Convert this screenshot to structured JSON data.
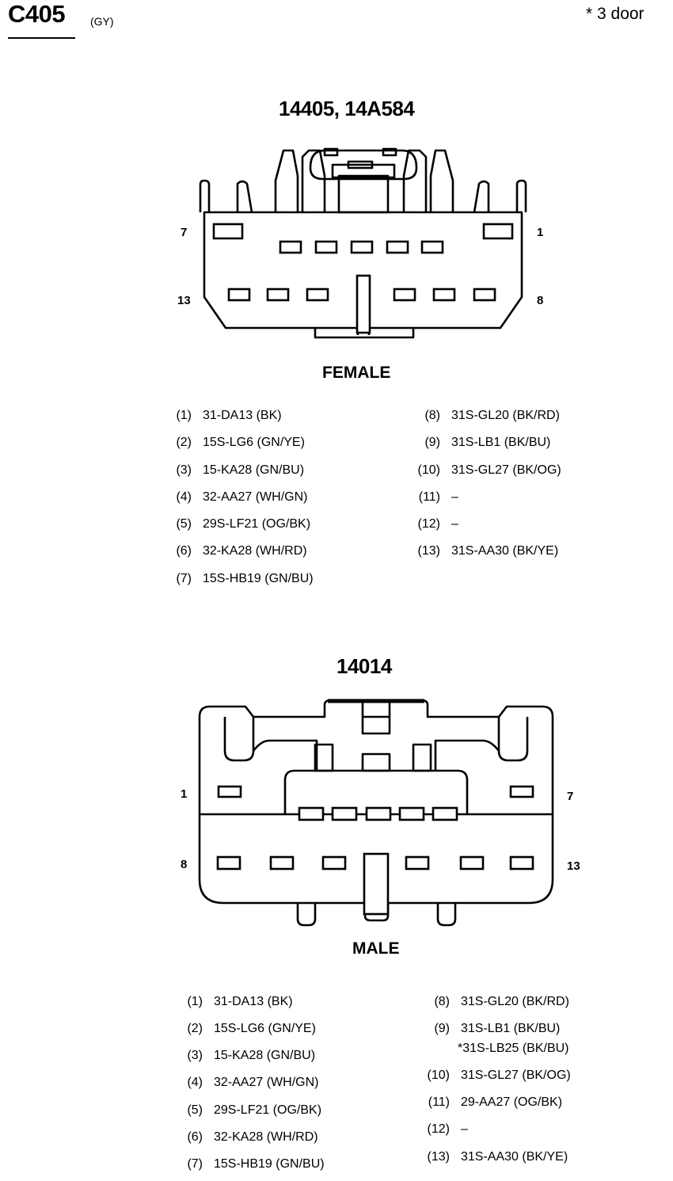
{
  "header": {
    "code": "C405",
    "color": "(GY)",
    "note": "*   3 door"
  },
  "female": {
    "title": "14405, 14A584",
    "gender": "FEMALE",
    "pin_labels": {
      "top_left": "7",
      "top_right": "1",
      "bottom_left": "13",
      "bottom_right": "8"
    },
    "circuits_left": [
      {
        "num": "(1)",
        "circuit": "31-DA13 (BK)"
      },
      {
        "num": "(2)",
        "circuit": "15S-LG6 (GN/YE)"
      },
      {
        "num": "(3)",
        "circuit": "15-KA28 (GN/BU)"
      },
      {
        "num": "(4)",
        "circuit": "32-AA27 (WH/GN)"
      },
      {
        "num": "(5)",
        "circuit": "29S-LF21 (OG/BK)"
      },
      {
        "num": "(6)",
        "circuit": "32-KA28 (WH/RD)"
      },
      {
        "num": "(7)",
        "circuit": "15S-HB19 (GN/BU)"
      }
    ],
    "circuits_right": [
      {
        "num": "(8)",
        "circuit": "31S-GL20 (BK/RD)"
      },
      {
        "num": "(9)",
        "circuit": "31S-LB1 (BK/BU)"
      },
      {
        "num": "(10)",
        "circuit": "31S-GL27 (BK/OG)"
      },
      {
        "num": "(11)",
        "circuit": "–"
      },
      {
        "num": "(12)",
        "circuit": "–"
      },
      {
        "num": "(13)",
        "circuit": "31S-AA30 (BK/YE)"
      }
    ]
  },
  "male": {
    "title": "14014",
    "gender": "MALE",
    "pin_labels": {
      "top_left": "1",
      "top_right": "7",
      "bottom_left": "8",
      "bottom_right": "13"
    },
    "circuits_left": [
      {
        "num": "(1)",
        "circuit": "31-DA13 (BK)"
      },
      {
        "num": "(2)",
        "circuit": "15S-LG6 (GN/YE)"
      },
      {
        "num": "(3)",
        "circuit": "15-KA28 (GN/BU)"
      },
      {
        "num": "(4)",
        "circuit": "32-AA27 (WH/GN)"
      },
      {
        "num": "(5)",
        "circuit": "29S-LF21 (OG/BK)"
      },
      {
        "num": "(6)",
        "circuit": "32-KA28 (WH/RD)"
      },
      {
        "num": "(7)",
        "circuit": "15S-HB19 (GN/BU)"
      }
    ],
    "circuits_right": [
      {
        "num": "(8)",
        "circuit": "31S-GL20 (BK/RD)"
      },
      {
        "num": "(9)",
        "circuit": "31S-LB1 (BK/BU)",
        "alt": "*31S-LB25 (BK/BU)"
      },
      {
        "num": "(10)",
        "circuit": "31S-GL27 (BK/OG)"
      },
      {
        "num": "(11)",
        "circuit": "29-AA27 (OG/BK)"
      },
      {
        "num": "(12)",
        "circuit": "–"
      },
      {
        "num": "(13)",
        "circuit": "31S-AA30 (BK/YE)"
      }
    ]
  }
}
